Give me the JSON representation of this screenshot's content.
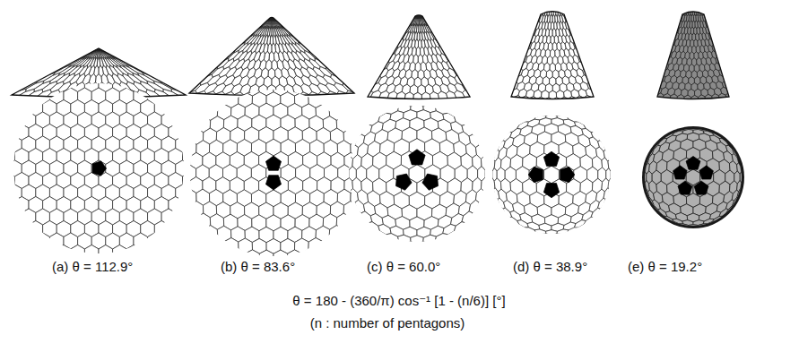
{
  "diagram": {
    "labels": [
      "(a) θ = 112.9°",
      "(b) θ = 83.6°",
      "(c) θ = 60.0°",
      "(d) θ = 38.9°",
      "(e) θ = 19.2°",
      "θ = 180 - (360/π) cos⁻¹ [1 - (n/6)] [°]",
      "(n : number of pentagons)"
    ]
  }
}
